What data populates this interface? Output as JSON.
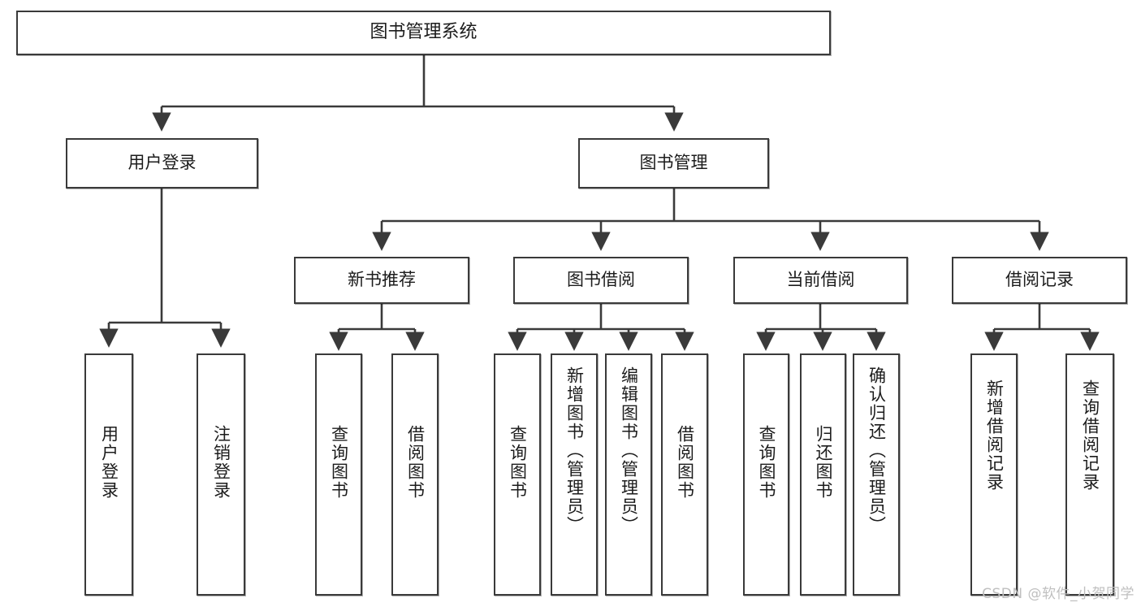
{
  "diagram": {
    "type": "tree",
    "title": "图书管理系统",
    "watermark": "CSDN @软件_小贺同学",
    "colors": {
      "box_border": "#3a3a3a",
      "box_fill": "#ffffff",
      "connector": "#3a3a3a",
      "text": "#1c1c1c",
      "watermark": "#bfbfbf"
    },
    "nodes": {
      "root": {
        "label": "图书管理系统"
      },
      "level2": [
        {
          "label": "用户登录"
        },
        {
          "label": "图书管理"
        }
      ],
      "level3": [
        {
          "label": "新书推荐"
        },
        {
          "label": "图书借阅"
        },
        {
          "label": "当前借阅"
        },
        {
          "label": "借阅记录"
        }
      ],
      "leaves": {
        "user_login": [
          {
            "label": "用户登录"
          },
          {
            "label": "注销登录"
          }
        ],
        "new_book_recommend": [
          {
            "label": "查询图书"
          },
          {
            "label": "借阅图书"
          }
        ],
        "book_borrow": [
          {
            "label": "查询图书"
          },
          {
            "label": "新增图书（管理员）"
          },
          {
            "label": "编辑图书（管理员）"
          },
          {
            "label": "借阅图书"
          }
        ],
        "current_borrow": [
          {
            "label": "查询图书"
          },
          {
            "label": "归还图书"
          },
          {
            "label": "确认归还（管理员）"
          }
        ],
        "borrow_record": [
          {
            "label": "新增借阅记录"
          },
          {
            "label": "查询借阅记录"
          }
        ]
      }
    }
  }
}
